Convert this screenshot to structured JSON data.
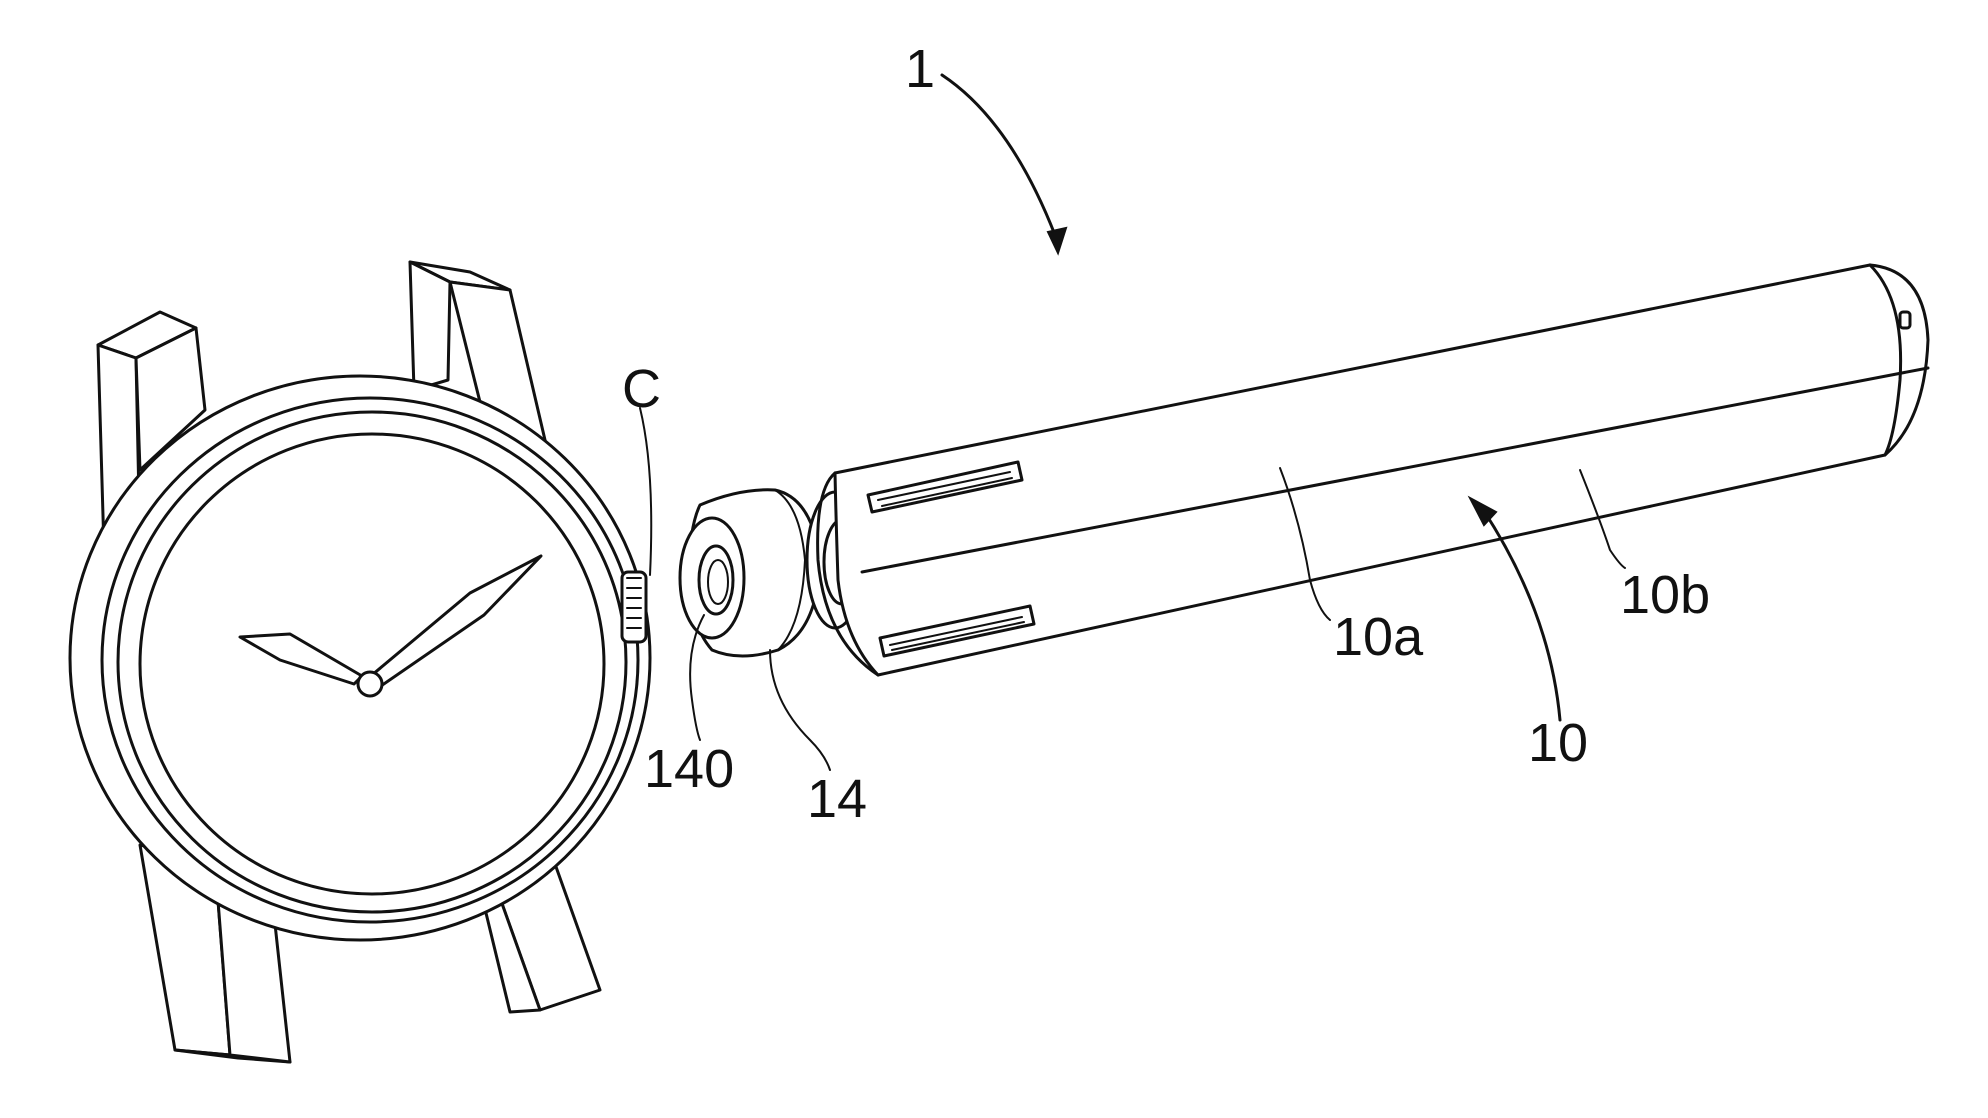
{
  "figure": {
    "labels": {
      "assembly": "1",
      "crown": "C",
      "tool": "10",
      "tool_first_part": "10a",
      "tool_second_part": "10b",
      "cap": "14",
      "cap_recess": "140"
    }
  }
}
